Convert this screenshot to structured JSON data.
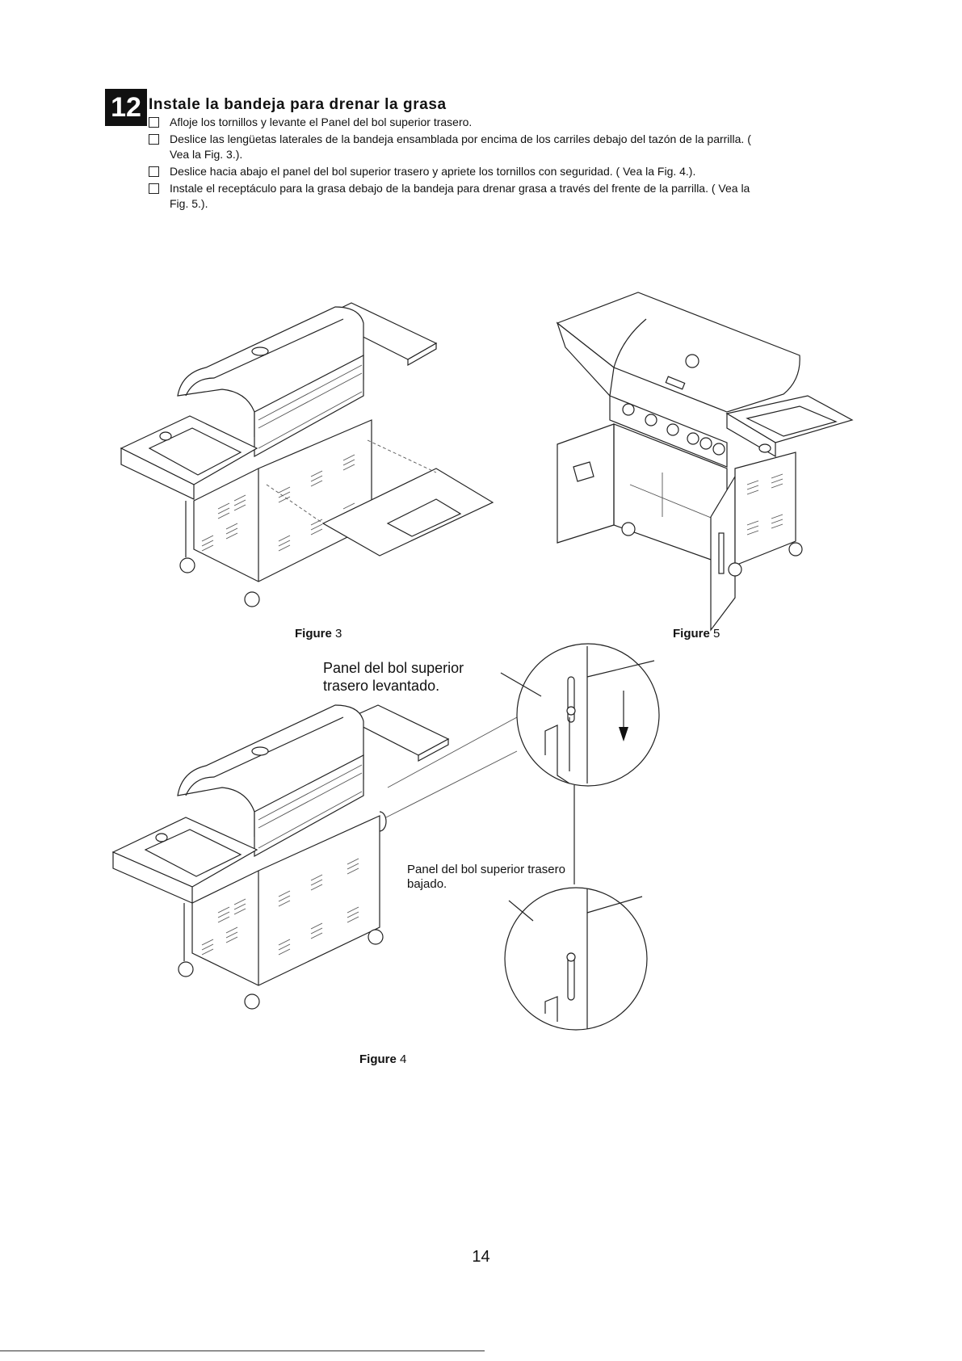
{
  "step": {
    "number": "12",
    "title": "Instale la bandeja para drenar la grasa",
    "instructions": [
      "Afloje los tornillos y levante el Panel del bol superior trasero.",
      "Deslice las lengüetas laterales de la bandeja ensamblada por encima de los carriles debajo del tazón de la parrilla. ( Vea la Fig. 3.).",
      "Deslice hacia abajo el panel del bol superior trasero y apriete los tornillos con seguridad. ( Vea la Fig. 4.).",
      "Instale el receptáculo para la grasa debajo de la bandeja para drenar grasa a través del frente de la parrilla. ( Vea la Fig. 5.)."
    ]
  },
  "figures": {
    "fig3": {
      "label": "Figure",
      "number": "3"
    },
    "fig5": {
      "label": "Figure",
      "number": "5"
    },
    "fig4": {
      "label": "Figure",
      "number": "4"
    }
  },
  "callouts": {
    "raised": "Panel del bol superior trasero levantado.",
    "lowered": "Panel del bol superior trasero bajado."
  },
  "icons": {
    "checkbox": "checkbox-icon",
    "down_arrow": "down-arrow-icon"
  },
  "page_number": "14"
}
